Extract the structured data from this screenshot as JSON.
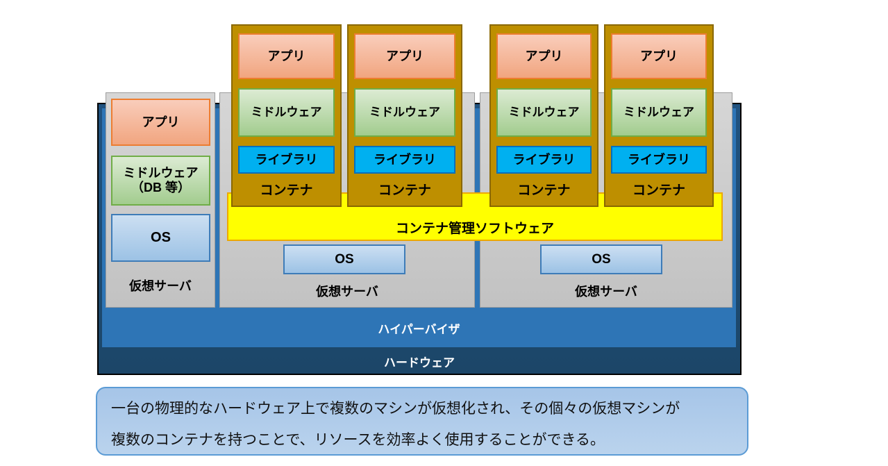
{
  "diagram": {
    "hardware": {
      "label": "ハードウェア",
      "color": "#1F4E79"
    },
    "hypervisor": {
      "label": "ハイパーバイザ",
      "color": "#2E75B6"
    },
    "container_manager": {
      "label": "コンテナ管理ソフトウェア",
      "fill": "#FFFF00",
      "border": "#EDA800"
    },
    "servers": {
      "left": {
        "label": "仮想サーバ",
        "app": "アプリ",
        "middleware_line1": "ミドルウェア",
        "middleware_line2": "（DB 等）",
        "os": "OS"
      },
      "middle": {
        "label": "仮想サーバ",
        "os": "OS"
      },
      "right": {
        "label": "仮想サーバ",
        "os": "OS"
      }
    },
    "containers": [
      {
        "label": "コンテナ",
        "app": "アプリ",
        "middleware": "ミドルウェア",
        "library": "ライブラリ"
      },
      {
        "label": "コンテナ",
        "app": "アプリ",
        "middleware": "ミドルウェア",
        "library": "ライブラリ"
      },
      {
        "label": "コンテナ",
        "app": "アプリ",
        "middleware": "ミドルウェア",
        "library": "ライブラリ"
      },
      {
        "label": "コンテナ",
        "app": "アプリ",
        "middleware": "ミドルウェア",
        "library": "ライブラリ"
      }
    ],
    "colors": {
      "app_fill": "#F5B894",
      "app_border": "#ED7D31",
      "middleware_fill": "#B7D6A4",
      "middleware_border": "#70AD47",
      "os_fill": "#AFCDEB",
      "os_border": "#3E7CB8",
      "library_fill": "#00B0F0",
      "library_border": "#0070C0",
      "container_fill": "#BE8F00",
      "container_border": "#8A6800",
      "server_fill": "#C9C9C9"
    }
  },
  "caption": {
    "line1": "一台の物理的なハードウェア上で複数のマシンが仮想化され、その個々の仮想マシンが",
    "line2": "複数のコンテナを持つことで、リソースを効率よく使用することができる。"
  }
}
